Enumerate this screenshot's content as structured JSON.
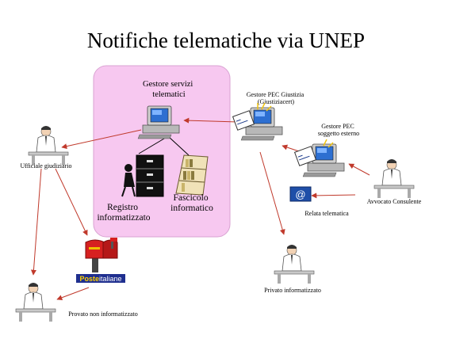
{
  "title": "Notifiche telematiche via UNEP",
  "nodes": {
    "gestore_servizi": {
      "lines": [
        "Gestore servizi",
        "telematici"
      ]
    },
    "registro": {
      "lines": [
        "Registro",
        "informatizzato"
      ]
    },
    "fascicolo": {
      "lines": [
        "Fascicolo",
        "informatico"
      ]
    },
    "gestore_pec_giustizia": {
      "lines": [
        "Gestore PEC Giustizia",
        "(Giustiziacert)"
      ]
    },
    "gestore_pec_esterno": {
      "lines": [
        "Gestore PEC",
        "soggetto esterno"
      ]
    },
    "ufficiale": {
      "label": "Ufficiale  giudiziario"
    },
    "avvocato": {
      "label": "Avvocato Consulente"
    },
    "relata": {
      "label": "Relata telematica"
    },
    "privato_inf": {
      "label": "Privato informatizzato"
    },
    "privato_non": {
      "label": "Provato non informatizzato"
    },
    "poste": {
      "label_bold": "Poste",
      "label_rest": "italiane"
    }
  },
  "colors": {
    "panel": "#f7c8f0",
    "panel_border": "#d9a2d2",
    "arrow": "#c0392b",
    "poste_bar": "#1f2f8f",
    "poste_text_a": "#ffd200",
    "poste_text_b": "#ffffff"
  },
  "icons": [
    "computer-icon",
    "person-at-desk-icon",
    "filing-cabinet-icon",
    "bookshelf-icon",
    "mailbox-icon",
    "email-at-icon"
  ]
}
